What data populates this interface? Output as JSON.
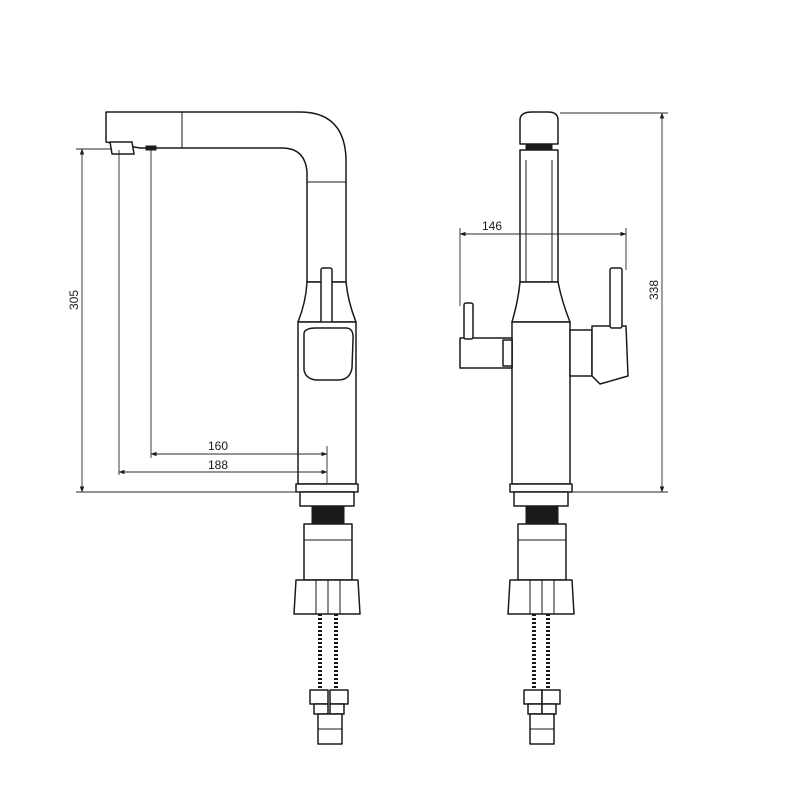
{
  "dimensions": {
    "overall_height_front": "305",
    "spout_reach_inner": "160",
    "spout_reach_outer": "188",
    "handle_reach_side": "146",
    "overall_height_side": "338"
  }
}
